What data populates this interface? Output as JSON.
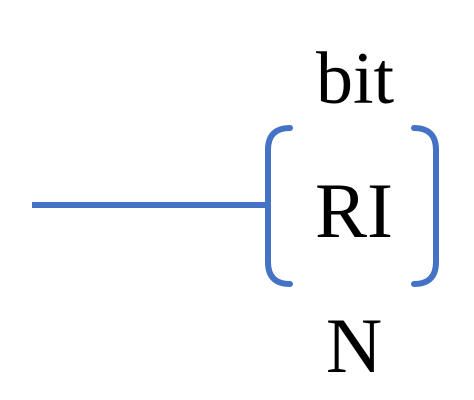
{
  "diagram": {
    "top_label": "bit",
    "center_label": "RI",
    "bottom_label": "N",
    "stroke_color": "#4472C4",
    "text_color": "#000000"
  }
}
